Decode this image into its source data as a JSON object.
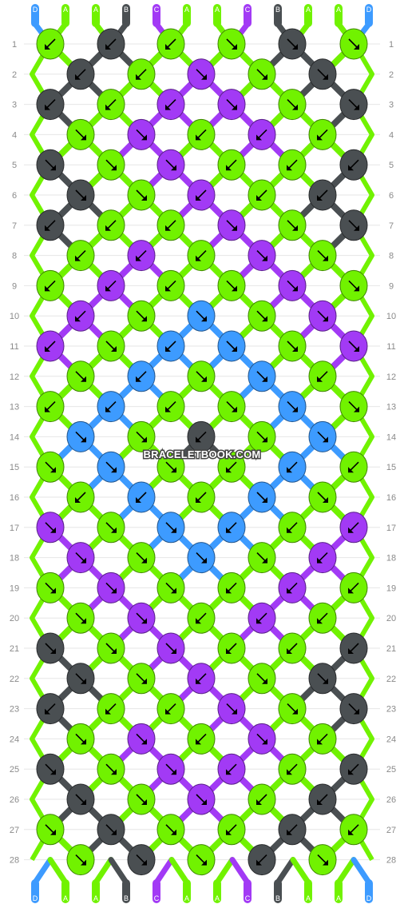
{
  "watermark": "BRACELETBOOK.COM",
  "colors": {
    "D": "#3d9bff",
    "A": "#71f200",
    "B": "#4a4f52",
    "C": "#a23af5"
  },
  "strands_top": [
    "D",
    "A",
    "A",
    "B",
    "C",
    "A",
    "A",
    "C",
    "B",
    "A",
    "A",
    "D"
  ],
  "strands_bottom": [
    "D",
    "A",
    "A",
    "B",
    "C",
    "A",
    "A",
    "C",
    "B",
    "A",
    "A",
    "D"
  ],
  "row_labels": [
    "1",
    "2",
    "3",
    "4",
    "5",
    "6",
    "7",
    "8",
    "9",
    "10",
    "11",
    "12",
    "13",
    "14",
    "15",
    "16",
    "17",
    "18",
    "19",
    "20",
    "21",
    "22",
    "23",
    "24",
    "25",
    "26",
    "27",
    "28"
  ],
  "knots": [
    {
      "row": 1,
      "colors": [
        "A",
        "B",
        "A",
        "A",
        "B",
        "A"
      ],
      "dirs": [
        "sw",
        "sw",
        "sw",
        "se",
        "se",
        "se"
      ]
    },
    {
      "row": 2,
      "colors": [
        "B",
        "A",
        "C",
        "A",
        "B"
      ],
      "dirs": [
        "sw",
        "sw",
        "se",
        "se",
        "se"
      ]
    },
    {
      "row": 3,
      "colors": [
        "B",
        "A",
        "C",
        "C",
        "A",
        "B"
      ],
      "dirs": [
        "sw",
        "sw",
        "sw",
        "se",
        "se",
        "se"
      ]
    },
    {
      "row": 4,
      "colors": [
        "A",
        "C",
        "A",
        "C",
        "A"
      ],
      "dirs": [
        "se",
        "se",
        "sw",
        "sw",
        "sw"
      ]
    },
    {
      "row": 5,
      "colors": [
        "B",
        "A",
        "C",
        "A",
        "A",
        "B"
      ],
      "dirs": [
        "se",
        "se",
        "se",
        "sw",
        "sw",
        "sw"
      ]
    },
    {
      "row": 6,
      "colors": [
        "B",
        "A",
        "C",
        "A",
        "B"
      ],
      "dirs": [
        "se",
        "se",
        "sw",
        "sw",
        "sw"
      ]
    },
    {
      "row": 7,
      "colors": [
        "B",
        "A",
        "A",
        "C",
        "A",
        "B"
      ],
      "dirs": [
        "sw",
        "sw",
        "sw",
        "se",
        "se",
        "se"
      ]
    },
    {
      "row": 8,
      "colors": [
        "A",
        "C",
        "A",
        "C",
        "A"
      ],
      "dirs": [
        "sw",
        "sw",
        "sw",
        "se",
        "se"
      ]
    },
    {
      "row": 9,
      "colors": [
        "A",
        "C",
        "A",
        "A",
        "C",
        "A"
      ],
      "dirs": [
        "sw",
        "sw",
        "sw",
        "se",
        "se",
        "se"
      ]
    },
    {
      "row": 10,
      "colors": [
        "C",
        "A",
        "D",
        "A",
        "C"
      ],
      "dirs": [
        "sw",
        "se",
        "se",
        "se",
        "se"
      ]
    },
    {
      "row": 11,
      "colors": [
        "C",
        "A",
        "D",
        "D",
        "A",
        "C"
      ],
      "dirs": [
        "sw",
        "se",
        "sw",
        "se",
        "se",
        "se"
      ]
    },
    {
      "row": 12,
      "colors": [
        "A",
        "D",
        "A",
        "D",
        "A"
      ],
      "dirs": [
        "se",
        "sw",
        "se",
        "se",
        "sw"
      ]
    },
    {
      "row": 13,
      "colors": [
        "A",
        "D",
        "A",
        "A",
        "D",
        "A"
      ],
      "dirs": [
        "sw",
        "sw",
        "sw",
        "se",
        "se",
        "se"
      ]
    },
    {
      "row": 14,
      "colors": [
        "D",
        "A",
        "B",
        "A",
        "D"
      ],
      "dirs": [
        "se",
        "se",
        "sw",
        "se",
        "se"
      ]
    },
    {
      "row": 15,
      "colors": [
        "A",
        "D",
        "A",
        "A",
        "D",
        "A"
      ],
      "dirs": [
        "se",
        "se",
        "se",
        "sw",
        "sw",
        "sw"
      ]
    },
    {
      "row": 16,
      "colors": [
        "A",
        "D",
        "A",
        "D",
        "A"
      ],
      "dirs": [
        "sw",
        "sw",
        "sw",
        "se",
        "se"
      ]
    },
    {
      "row": 17,
      "colors": [
        "C",
        "A",
        "D",
        "D",
        "A",
        "C"
      ],
      "dirs": [
        "se",
        "se",
        "se",
        "sw",
        "sw",
        "sw"
      ]
    },
    {
      "row": 18,
      "colors": [
        "C",
        "A",
        "D",
        "A",
        "C"
      ],
      "dirs": [
        "se",
        "se",
        "se",
        "se",
        "sw"
      ]
    },
    {
      "row": 19,
      "colors": [
        "A",
        "C",
        "A",
        "A",
        "C",
        "A"
      ],
      "dirs": [
        "se",
        "se",
        "se",
        "sw",
        "sw",
        "sw"
      ]
    },
    {
      "row": 20,
      "colors": [
        "A",
        "C",
        "A",
        "C",
        "A"
      ],
      "dirs": [
        "se",
        "se",
        "sw",
        "sw",
        "sw"
      ]
    },
    {
      "row": 21,
      "colors": [
        "B",
        "A",
        "C",
        "A",
        "A",
        "B"
      ],
      "dirs": [
        "se",
        "se",
        "se",
        "sw",
        "sw",
        "sw"
      ]
    },
    {
      "row": 22,
      "colors": [
        "B",
        "A",
        "C",
        "A",
        "B"
      ],
      "dirs": [
        "se",
        "se",
        "sw",
        "se",
        "se"
      ]
    },
    {
      "row": 23,
      "colors": [
        "B",
        "A",
        "A",
        "C",
        "A",
        "B"
      ],
      "dirs": [
        "sw",
        "sw",
        "sw",
        "se",
        "se",
        "se"
      ]
    },
    {
      "row": 24,
      "colors": [
        "A",
        "C",
        "A",
        "C",
        "A"
      ],
      "dirs": [
        "se",
        "se",
        "sw",
        "se",
        "sw"
      ]
    },
    {
      "row": 25,
      "colors": [
        "B",
        "A",
        "C",
        "C",
        "A",
        "B"
      ],
      "dirs": [
        "se",
        "se",
        "se",
        "sw",
        "sw",
        "sw"
      ]
    },
    {
      "row": 26,
      "colors": [
        "B",
        "A",
        "C",
        "A",
        "B"
      ],
      "dirs": [
        "se",
        "se",
        "se",
        "sw",
        "sw"
      ]
    },
    {
      "row": 27,
      "colors": [
        "A",
        "B",
        "A",
        "A",
        "B",
        "A"
      ],
      "dirs": [
        "se",
        "se",
        "se",
        "sw",
        "sw",
        "sw"
      ]
    },
    {
      "row": 28,
      "colors": [
        "A",
        "B",
        "A",
        "B",
        "A"
      ],
      "dirs": [
        "se",
        "se",
        "se",
        "sw",
        "se"
      ]
    }
  ]
}
